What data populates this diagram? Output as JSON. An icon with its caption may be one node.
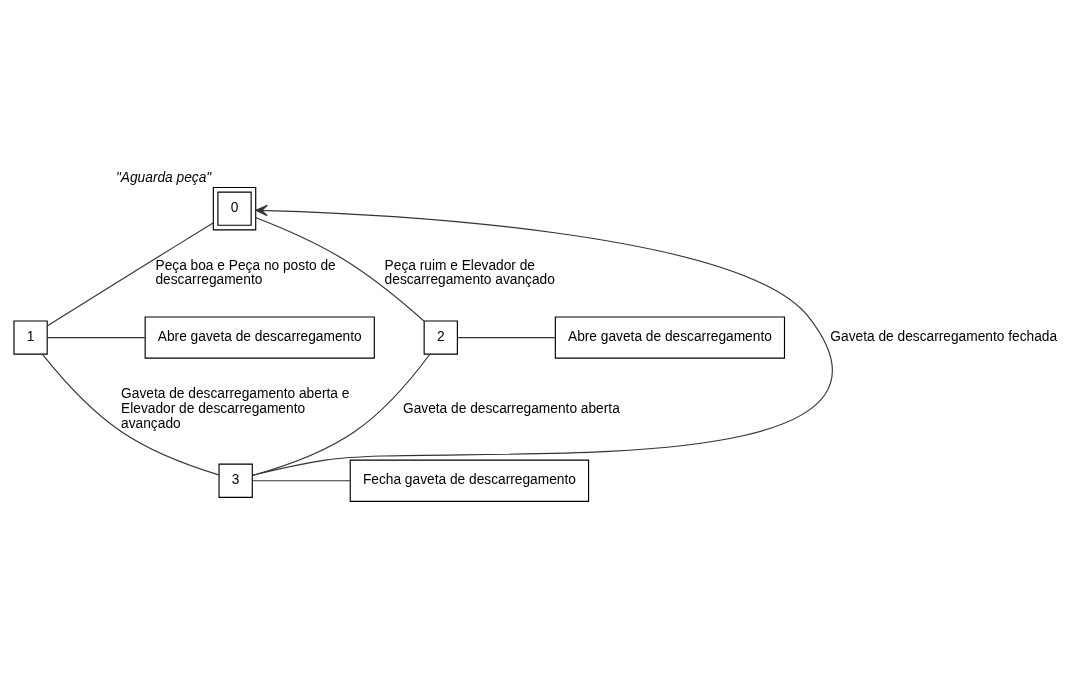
{
  "diagram": {
    "nodes": [
      {
        "text": [
          "0"
        ],
        "beside": [
          "\"Aguarda peça\""
        ]
      },
      {
        "text": [
          "1"
        ]
      },
      {
        "text": [
          "Abre gaveta de descarregamento"
        ]
      },
      {
        "text": [
          "2"
        ]
      },
      {
        "text": [
          "Abre gaveta de descarregamento"
        ]
      },
      {
        "text": [
          "3"
        ]
      },
      {
        "text": [
          "Fecha gaveta de descarregamento"
        ]
      }
    ],
    "edges": [
      {
        "from": 0,
        "to": 1,
        "arrow": "none",
        "label": "Peça boa e Peça no posto de descarregamento"
      },
      {
        "from": 0,
        "to": 3,
        "arrow": "none",
        "label": "Peça ruim e Elevador de descarregamento avançado"
      },
      {
        "from": 1,
        "to": 2,
        "arrow": "none"
      },
      {
        "from": 3,
        "to": 4,
        "arrow": "none"
      },
      {
        "from": 1,
        "to": 5,
        "arrow": "none",
        "label": "Gaveta de descarregamento aberta e Elevador de descarregamento avançado"
      },
      {
        "from": 3,
        "to": 5,
        "arrow": "none",
        "label": "Gaveta de descarregamento aberta"
      },
      {
        "from": 5,
        "to": 6,
        "arrow": "none"
      },
      {
        "from": 5,
        "to": 0,
        "arrow": "to",
        "label": "Gaveta de descarregamento fechada"
      }
    ]
  }
}
